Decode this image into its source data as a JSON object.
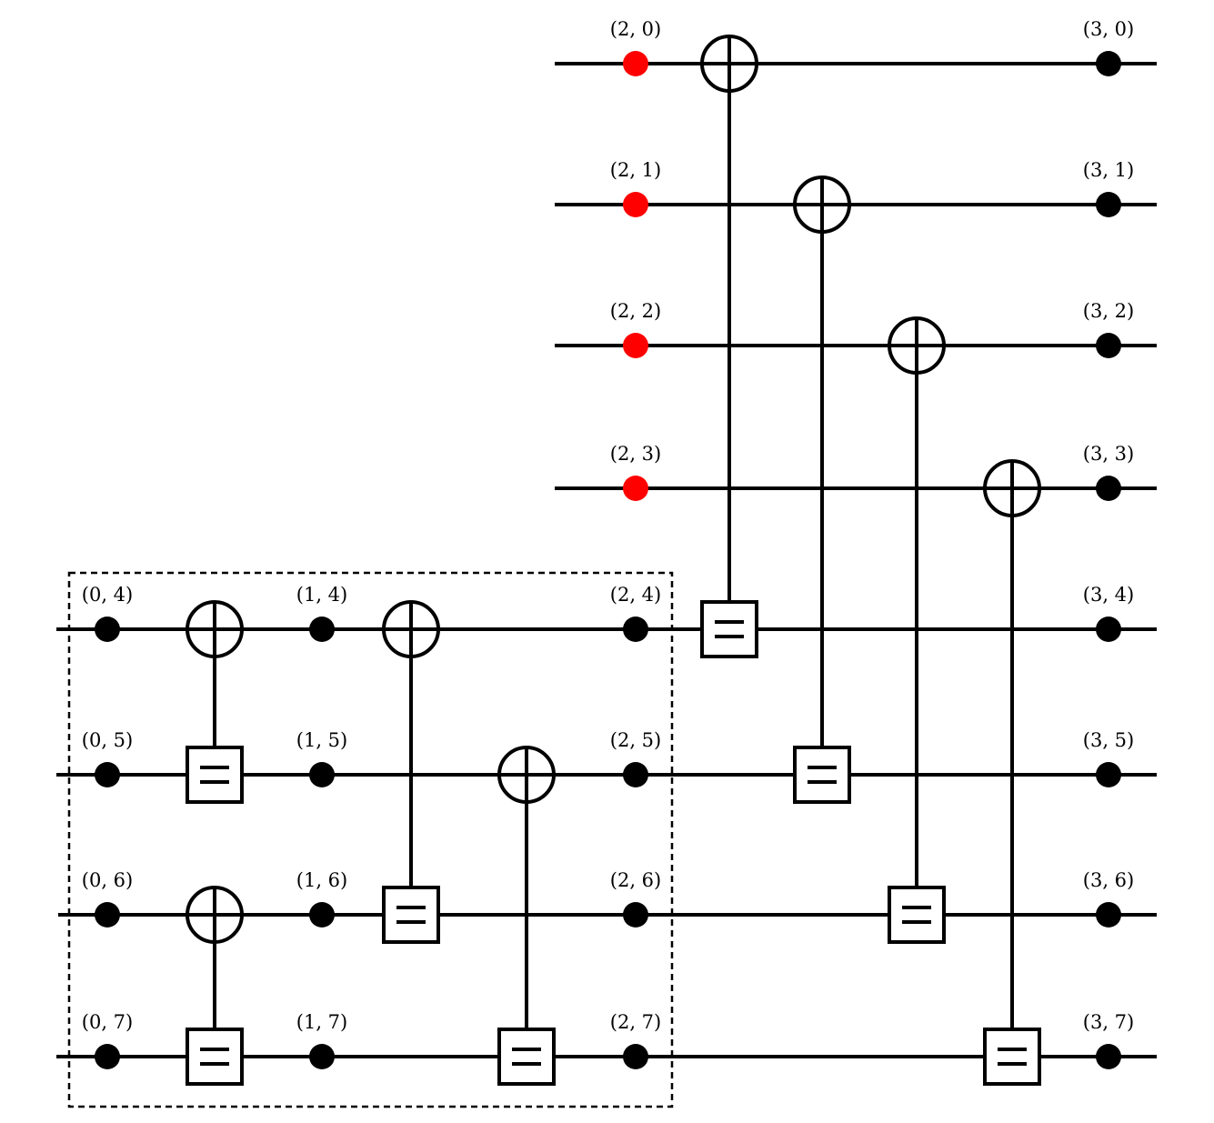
{
  "nodes": [
    {
      "id": "n-2-0",
      "label": "(2, 0)",
      "color": "#ff0000"
    },
    {
      "id": "n-3-0",
      "label": "(3, 0)",
      "color": "#000000"
    },
    {
      "id": "n-2-1",
      "label": "(2, 1)",
      "color": "#ff0000"
    },
    {
      "id": "n-3-1",
      "label": "(3, 1)",
      "color": "#000000"
    },
    {
      "id": "n-2-2",
      "label": "(2, 2)",
      "color": "#ff0000"
    },
    {
      "id": "n-3-2",
      "label": "(3, 2)",
      "color": "#000000"
    },
    {
      "id": "n-2-3",
      "label": "(2, 3)",
      "color": "#ff0000"
    },
    {
      "id": "n-3-3",
      "label": "(3, 3)",
      "color": "#000000"
    },
    {
      "id": "n-0-4",
      "label": "(0, 4)",
      "color": "#000000"
    },
    {
      "id": "n-1-4",
      "label": "(1, 4)",
      "color": "#000000"
    },
    {
      "id": "n-2-4",
      "label": "(2, 4)",
      "color": "#000000"
    },
    {
      "id": "n-3-4",
      "label": "(3, 4)",
      "color": "#000000"
    },
    {
      "id": "n-0-5",
      "label": "(0, 5)",
      "color": "#000000"
    },
    {
      "id": "n-1-5",
      "label": "(1, 5)",
      "color": "#000000"
    },
    {
      "id": "n-2-5",
      "label": "(2, 5)",
      "color": "#000000"
    },
    {
      "id": "n-3-5",
      "label": "(3, 5)",
      "color": "#000000"
    },
    {
      "id": "n-0-6",
      "label": "(0, 6)",
      "color": "#000000"
    },
    {
      "id": "n-1-6",
      "label": "(1, 6)",
      "color": "#000000"
    },
    {
      "id": "n-2-6",
      "label": "(2, 6)",
      "color": "#000000"
    },
    {
      "id": "n-3-6",
      "label": "(3, 6)",
      "color": "#000000"
    },
    {
      "id": "n-0-7",
      "label": "(0, 7)",
      "color": "#000000"
    },
    {
      "id": "n-1-7",
      "label": "(1, 7)",
      "color": "#000000"
    },
    {
      "id": "n-2-7",
      "label": "(2, 7)",
      "color": "#000000"
    },
    {
      "id": "n-3-7",
      "label": "(3, 7)",
      "color": "#000000"
    }
  ],
  "gates": [
    {
      "id": "g1",
      "target_wire": 4,
      "control_wire": 5
    },
    {
      "id": "g2",
      "target_wire": 6,
      "control_wire": 7
    },
    {
      "id": "g3",
      "target_wire": 4,
      "control_wire": 6
    },
    {
      "id": "g4",
      "target_wire": 5,
      "control_wire": 7
    },
    {
      "id": "g5",
      "target_wire": 0,
      "control_wire": 4
    },
    {
      "id": "g6",
      "target_wire": 1,
      "control_wire": 5
    },
    {
      "id": "g7",
      "target_wire": 2,
      "control_wire": 6
    },
    {
      "id": "g8",
      "target_wire": 3,
      "control_wire": 7
    }
  ]
}
